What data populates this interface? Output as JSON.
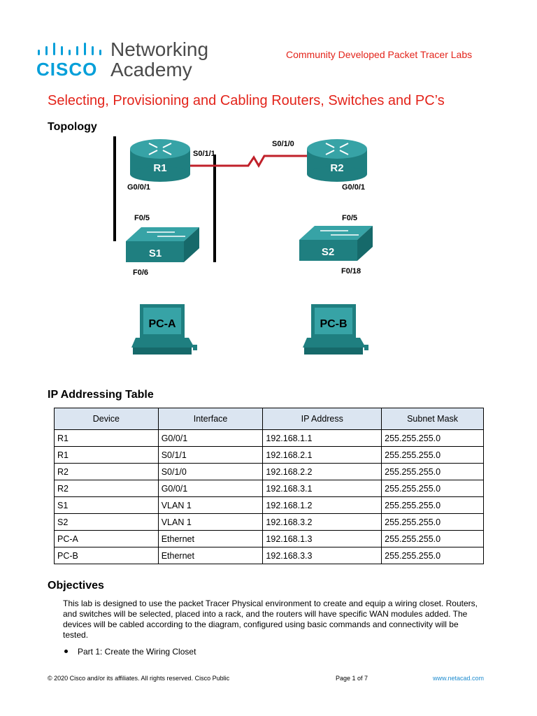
{
  "header": {
    "logo_wordmark": "CISCO",
    "logo_line1": "Networking",
    "logo_line2": "Academy",
    "tagline": "Community Developed Packet Tracer Labs"
  },
  "title": "Selecting, Provisioning and Cabling Routers, Switches and PC’s",
  "topology": {
    "heading": "Topology",
    "devices": {
      "r1": "R1",
      "r2": "R2",
      "s1": "S1",
      "s2": "S2",
      "pca": "PC-A",
      "pcb": "PC-B"
    },
    "labels": {
      "r1_serial": "S0/1/1",
      "r2_serial": "S0/1/0",
      "r1_g": "G0/0/1",
      "r2_g": "G0/0/1",
      "s1_up": "F0/5",
      "s1_down": "F0/6",
      "s2_up": "F0/5",
      "s2_down": "F0/18"
    },
    "colors": {
      "device": "#1f8a8a",
      "serial_link": "#c0202a"
    }
  },
  "ip_table": {
    "heading": "IP Addressing Table",
    "headers": [
      "Device",
      "Interface",
      "IP Address",
      "Subnet Mask"
    ],
    "rows": [
      [
        "R1",
        "G0/0/1",
        "192.168.1.1",
        "255.255.255.0"
      ],
      [
        "R1",
        "S0/1/1",
        "192.168.2.1",
        "255.255.255.0"
      ],
      [
        "R2",
        "S0/1/0",
        "192.168.2.2",
        "255.255.255.0"
      ],
      [
        "R2",
        "G0/0/1",
        "192.168.3.1",
        "255.255.255.0"
      ],
      [
        "S1",
        "VLAN 1",
        "192.168.1.2",
        "255.255.255.0"
      ],
      [
        "S2",
        "VLAN 1",
        "192.168.3.2",
        "255.255.255.0"
      ],
      [
        "PC-A",
        "Ethernet",
        "192.168.1.3",
        "255.255.255.0"
      ],
      [
        "PC-B",
        "Ethernet",
        "192.168.3.3",
        "255.255.255.0"
      ]
    ]
  },
  "objectives": {
    "heading": "Objectives",
    "text": "This lab is designed to use the packet Tracer Physical environment to create and equip a wiring closet. Routers, and switches will be selected, placed into a rack, and the routers will have specific WAN modules added. The devices will be cabled according to the diagram, configured using basic commands and connectivity will be tested.",
    "bullets": [
      "Part 1: Create the Wiring Closet"
    ]
  },
  "footer": {
    "copyright": "© 2020 Cisco and/or its affiliates. All rights reserved. Cisco Public",
    "page": "Page 1 of 7",
    "url": "www.netacad.com"
  }
}
